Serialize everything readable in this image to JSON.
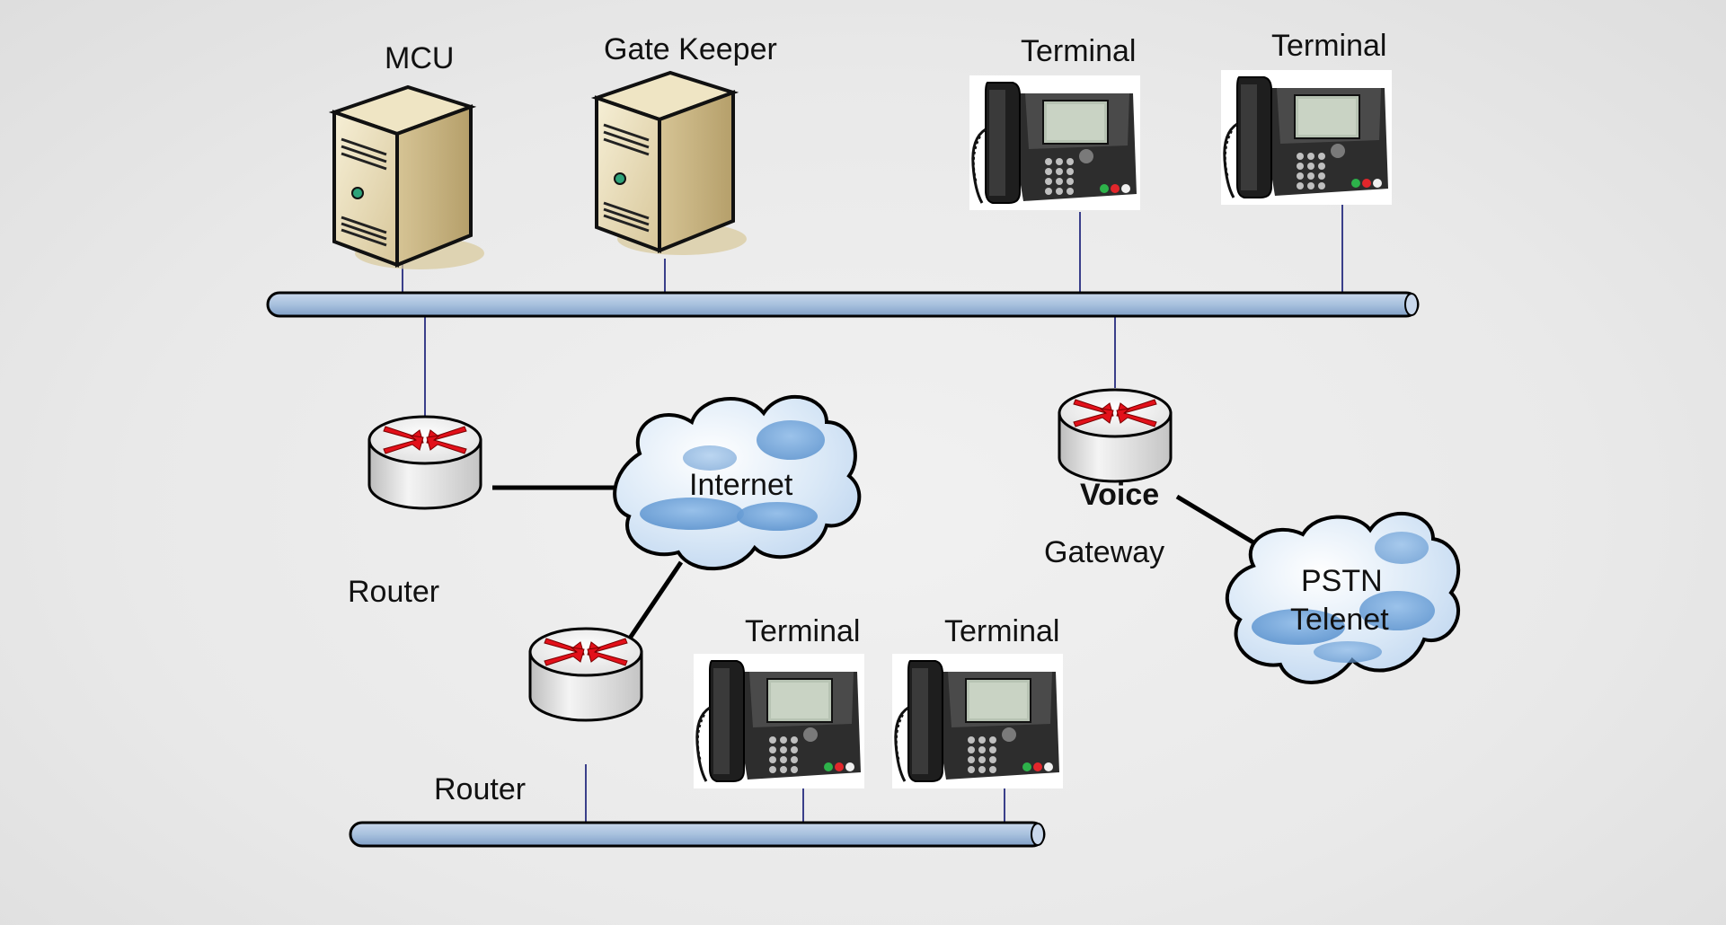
{
  "diagram": {
    "labels": {
      "mcu": "MCU",
      "gatekeeper": "Gate Keeper",
      "terminal_1": "Terminal",
      "terminal_2": "Terminal",
      "terminal_3": "Terminal",
      "terminal_4": "Terminal",
      "router_1": "Router",
      "router_2": "Router",
      "internet": "Internet",
      "voice": "Voice",
      "gateway": "Gateway",
      "pstn_line1": "PSTN",
      "pstn_line2": "Telenet"
    },
    "colors": {
      "bus_fill": "#a8c1de",
      "bus_stroke": "#000000",
      "link_thin": "#3a3f8a",
      "link_thick": "#000000",
      "router_arrow": "#e2101a",
      "cloud_blue": "#6fa6dc",
      "server_beige": "#e8dcb5"
    },
    "icons": {
      "server": "server-tower-icon",
      "phone": "ip-phone-icon",
      "router": "router-icon",
      "cloud": "cloud-icon"
    }
  }
}
